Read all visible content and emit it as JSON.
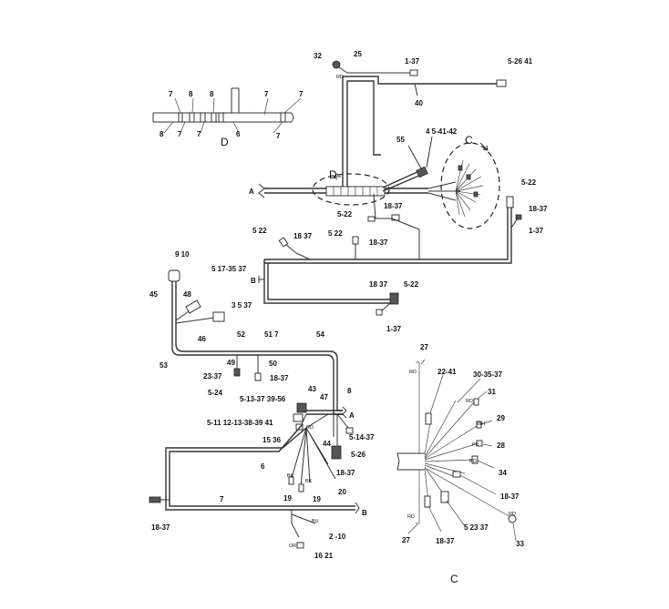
{
  "labels": {
    "l32": "32",
    "l25": "25",
    "l1_37_top": "1-37",
    "l5_26_41": "5-26 41",
    "l40": "40",
    "l4_5_41_42": "4 5-41-42",
    "l55": "55",
    "lC_arrow": "C",
    "lD_arrow": "D",
    "lA_main": "A",
    "l5_22_a": "5-22",
    "l18_37_a": "18-37",
    "l5_22_right": "5-22",
    "l18_37_right": "18-37",
    "l1_37_right": "1-37",
    "l5_22_b": "5 22",
    "l18_37_b": "18 37",
    "l5_22_c": "5 22",
    "l18_37_c": "18-37",
    "lB_mid": "B",
    "l18_37_d": "18 37",
    "l5_22_d": "5-22",
    "l1_37_d": "1-37",
    "l9_10": "9  10",
    "l5_17_35_37": "5  17-35 37",
    "l45": "45",
    "l48": "48",
    "l3_5_37": "3  5 37",
    "l46": "46",
    "l53": "53",
    "l52": "52",
    "l51_7": "51   7",
    "l54": "54",
    "l49": "49",
    "l50": "50",
    "l23_37": "23-37",
    "l18_37_e": "18-37",
    "l5_24": "5-24",
    "l43": "43",
    "l8_mid": "8",
    "l47": "47",
    "l5_13_37_39_56": "5-13-37 39-56",
    "l5_11_etc": "5-11  12-13-38-39 41",
    "l15_36": "15 36",
    "lA_mid": "A",
    "l5_14_37": "5-14-37",
    "l44": "44",
    "l5_26": "5-26",
    "l6": "6",
    "l18_37_f": "18-37",
    "l20": "20",
    "l19_a": "19",
    "l19_b": "19",
    "l7_bot": "7",
    "l18_37_bot": "18-37",
    "lB_bot": "B",
    "l2_10": "2 -10",
    "l16_21": "16 21",
    "lD1_7a": "7",
    "lD1_8a": "8",
    "lD1_8b": "8",
    "lD1_7b": "7",
    "lD1_7c": "7",
    "lD2_8": "8",
    "lD2_7a": "7",
    "lD2_7b": "7",
    "lD2_6": "6",
    "lD2_7c": "7",
    "lD_caption": "D",
    "lC27_top": "27",
    "lC22_41": "22-41",
    "lC30_35_37": "30-35-37",
    "lC31": "31",
    "lC29": "29",
    "lC28": "28",
    "lC34": "34",
    "lC18_37": "18-37",
    "lC5_23_37": "5  23 37",
    "lC18_37b": "18-37",
    "lC27_bot": "27",
    "lC33": "33",
    "lC_caption": "C"
  },
  "wire_codes": {
    "rd1": "RD",
    "rd2": "RD",
    "bk1": "BK",
    "bk2": "BK",
    "bu": "BU",
    "or": "OR",
    "rd3": "RD",
    "wh": "WH",
    "pu": "PU",
    "rd4": "RD",
    "rd5": "RD",
    "rd6": "RD",
    "rd7": "RD"
  }
}
